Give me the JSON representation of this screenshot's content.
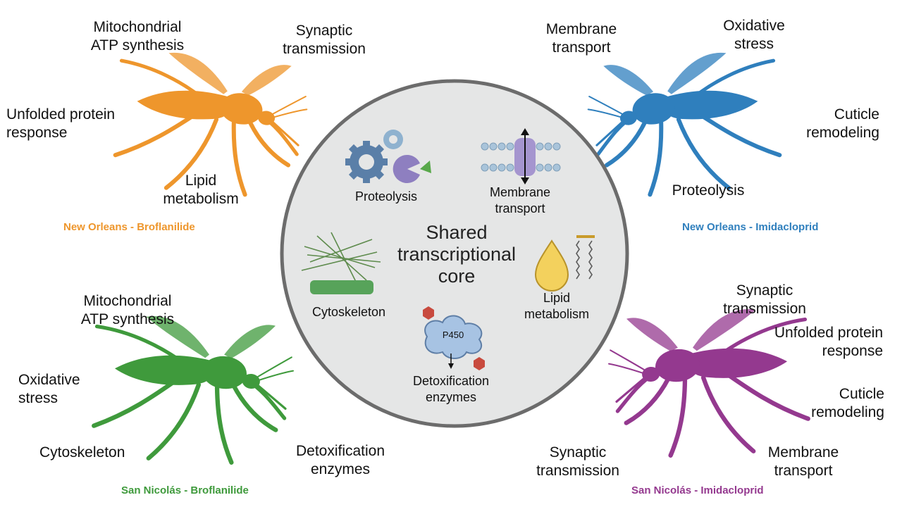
{
  "center": {
    "title": "Shared\ntranscriptional\ncore",
    "items": {
      "proteolysis": "Proteolysis",
      "membrane": "Membrane\ntransport",
      "cytoskeleton": "Cytoskeleton",
      "lipid": "Lipid\nmetabolism",
      "detox": "Detoxification\nenzymes",
      "p450": "P450"
    }
  },
  "colors": {
    "orange": "#ee962c",
    "blue": "#2f7fbd",
    "green": "#3f9a3c",
    "purple": "#94398f",
    "circle_fill": "#e5e6e6",
    "circle_stroke": "#6c6c6c"
  },
  "panels": {
    "top_left": {
      "caption": "New Orleans - Broflanilide",
      "labels": [
        "Mitochondrial\nATP synthesis",
        "Synaptic\ntransmission",
        "Unfolded protein\nresponse",
        "Lipid\nmetabolism"
      ]
    },
    "top_right": {
      "caption": "New Orleans - Imidacloprid",
      "labels": [
        "Membrane\ntransport",
        "Oxidative\nstress",
        "Cuticle\nremodeling",
        "Proteolysis"
      ]
    },
    "bottom_left": {
      "caption": "San Nicolás - Broflanilide",
      "labels": [
        "Mitochondrial\nATP synthesis",
        "Oxidative\nstress",
        "Cytoskeleton",
        "Detoxification\nenzymes"
      ]
    },
    "bottom_right": {
      "caption": "San Nicolás - Imidacloprid",
      "labels": [
        "Synaptic\ntransmission",
        "Unfolded protein\nresponse",
        "Cuticle\nremodeling",
        "Membrane\ntransport",
        "Synaptic\ntransmission"
      ]
    }
  }
}
